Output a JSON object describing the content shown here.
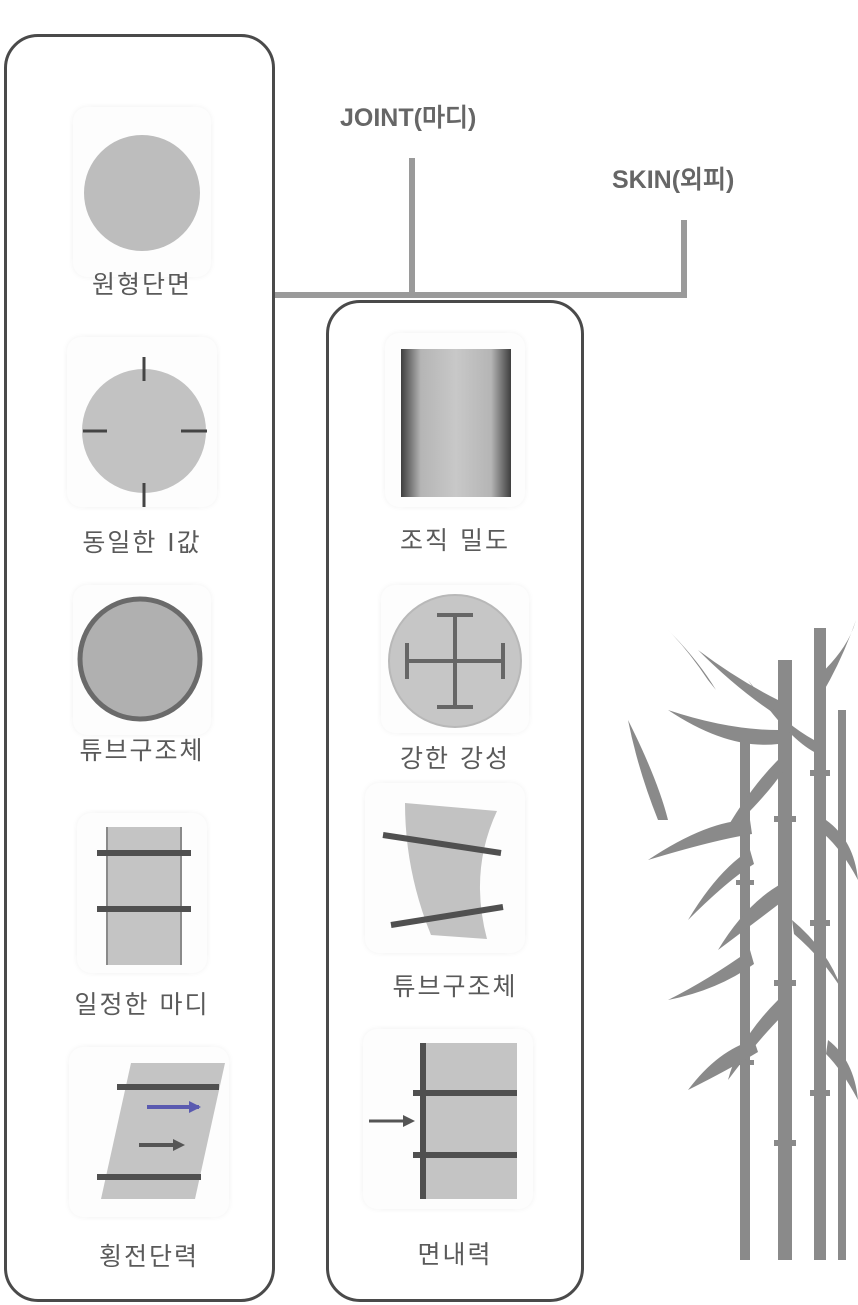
{
  "labels": {
    "joint": "JOINT(마디)",
    "skin": "SKIN(외피)"
  },
  "left_panel": {
    "items": [
      {
        "label": "원형단면",
        "icon": "circular-section-icon"
      },
      {
        "label": "동일한 I값",
        "icon": "equal-inertia-icon"
      },
      {
        "label": "튜브구조체",
        "icon": "tube-ring-icon"
      },
      {
        "label": "일정한 마디",
        "icon": "regular-nodes-icon"
      },
      {
        "label": "횡전단력",
        "icon": "lateral-shear-icon"
      }
    ]
  },
  "right_panel": {
    "items": [
      {
        "label": "조직 밀도",
        "icon": "tissue-density-icon"
      },
      {
        "label": "강한 강성",
        "icon": "strong-stiffness-icon"
      },
      {
        "label": "튜브구조체",
        "icon": "curved-tube-icon"
      },
      {
        "label": "면내력",
        "icon": "in-plane-force-icon"
      }
    ]
  },
  "colors": {
    "border": "#4a4a4a",
    "icon_fill": "#b8b8b8",
    "icon_dark": "#555555",
    "arrow_blue": "#5a5ab0",
    "bamboo": "#8a8a8a"
  }
}
